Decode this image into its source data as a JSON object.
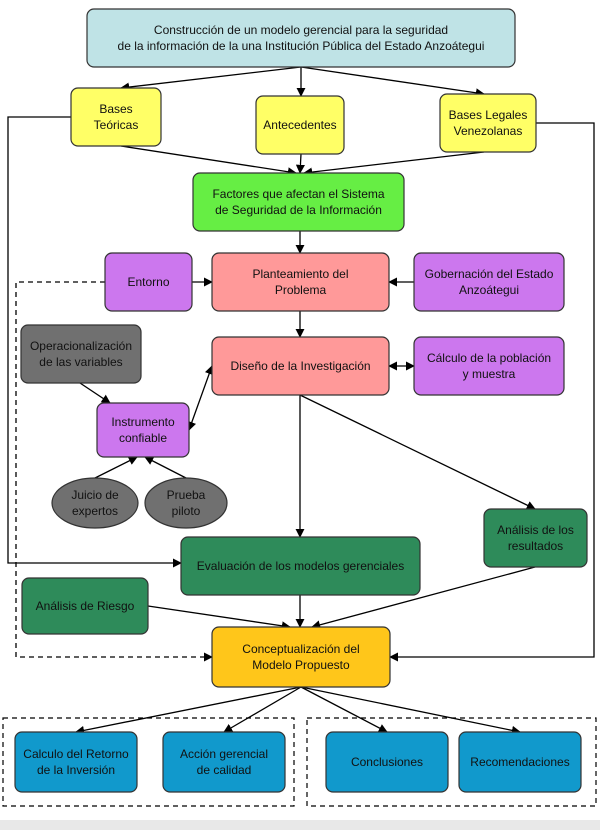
{
  "colors": {
    "title": "#bfe3e6",
    "yellow": "#ffff66",
    "green_light": "#66ee44",
    "salmon": "#ff9999",
    "purple": "#cc77ee",
    "gray": "#707070",
    "dark_green": "#2e8b5a",
    "orange": "#ffc61a",
    "blue": "#1199cc",
    "stroke": "#333333",
    "line": "#000000"
  },
  "nodes": {
    "title": [
      "Construcción de un modelo gerencial para la seguridad",
      "de la información de la una Institución Pública del Estado Anzoátegui"
    ],
    "bases_teoricas": [
      "Bases",
      "Teóricas"
    ],
    "antecedentes": [
      "Antecedentes"
    ],
    "bases_legales": [
      "Bases Legales",
      "Venezolanas"
    ],
    "factores": [
      "Factores que afectan el Sistema",
      "de Seguridad de la Información"
    ],
    "entorno": [
      "Entorno"
    ],
    "planteamiento": [
      "Planteamiento del",
      "Problema"
    ],
    "gobernacion": [
      "Gobernación del Estado",
      "Anzoátegui"
    ],
    "operacionalizacion": [
      "Operacionalización",
      "de las variables"
    ],
    "diseno": [
      "Diseño de la Investigación"
    ],
    "calculo_poblacion": [
      "Cálculo de la población",
      "y muestra"
    ],
    "instrumento": [
      "Instrumento",
      "confiable"
    ],
    "juicio": [
      "Juicio de",
      "expertos"
    ],
    "prueba": [
      "Prueba",
      "piloto"
    ],
    "analisis_resultados": [
      "Análisis de los",
      "resultados"
    ],
    "evaluacion": [
      "Evaluación de los modelos gerenciales"
    ],
    "analisis_riesgo": [
      "Análisis de Riesgo"
    ],
    "conceptualizacion": [
      "Conceptualización del",
      "Modelo Propuesto"
    ],
    "calculo_retorno": [
      "Calculo del Retorno",
      "de la Inversión"
    ],
    "accion": [
      "Acción gerencial",
      "de calidad"
    ],
    "conclusiones": [
      "Conclusiones"
    ],
    "recomendaciones": [
      "Recomendaciones"
    ]
  }
}
